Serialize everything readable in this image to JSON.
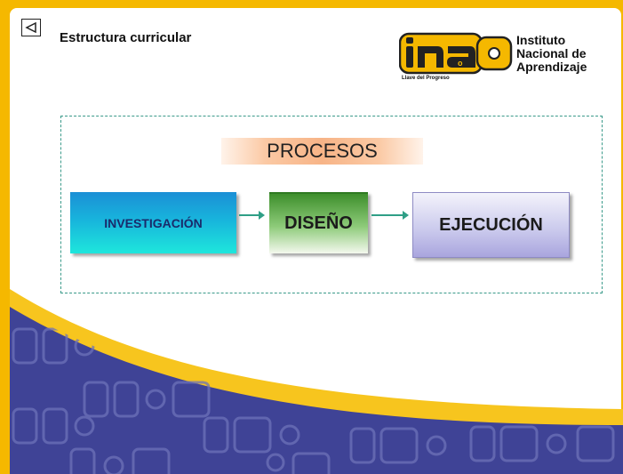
{
  "header": {
    "title": "Estructura curricular",
    "back_icon": "back-triangle-icon"
  },
  "logo": {
    "mark": "ina",
    "name_line1": "Instituto",
    "name_line2": "Nacional de",
    "name_line3": "Aprendizaje",
    "slogan": "Llave del Progreso"
  },
  "diagram": {
    "heading": "PROCESOS",
    "steps": [
      {
        "label": "INVESTIGACIÓN"
      },
      {
        "label": "DISEÑO"
      },
      {
        "label": "EJECUCIÓN"
      }
    ]
  },
  "colors": {
    "frame": "#f5b800",
    "wave_yellow": "#f7c51e",
    "background_blue": "#3f4396",
    "dashed_border": "#3a9a8a",
    "arrow": "#2f9f86"
  }
}
